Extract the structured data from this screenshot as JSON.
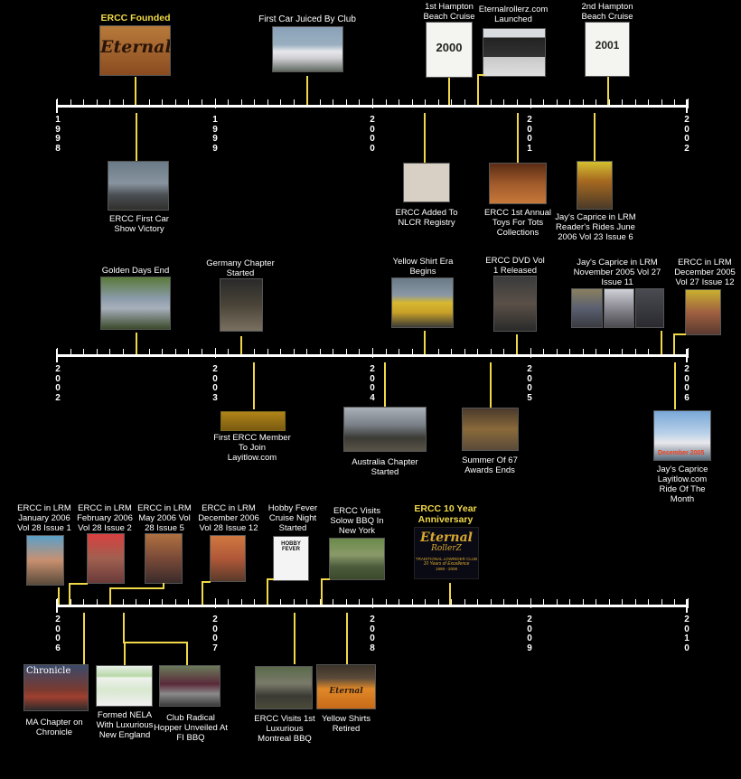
{
  "rows": [
    {
      "years": [
        "1998",
        "1999",
        "2000",
        "2001",
        "2002"
      ]
    },
    {
      "years": [
        "2002",
        "2003",
        "2004",
        "2005",
        "2006"
      ]
    },
    {
      "years": [
        "2006",
        "2007",
        "2008",
        "2009",
        "2010"
      ]
    }
  ],
  "events": {
    "founded": "ERCC Founded",
    "first_car_juiced": "First Car Juiced By Club",
    "hampton1": "1st Hampton Beach Cruise",
    "site_launch": "Eternalrollerz.com Launched",
    "hampton2": "2nd Hampton Beach Cruise",
    "first_show": "ERCC First Car Show Victory",
    "nlcr": "ERCC Added To NLCR Registry",
    "toys": "ERCC 1st Annual Toys For Tots Collections",
    "readers_rides": "Jay's Caprice in LRM Reader's Rides June 2006 Vol 23 Issue 6",
    "golden_days": "Golden Days End",
    "germany": "Germany Chapter Started",
    "yellow_era": "Yellow Shirt Era Begins",
    "dvd": "ERCC DVD Vol 1 Released",
    "lrm_nov05": "Jay's Caprice in LRM November 2005 Vol 27 Issue 11",
    "lrm_dec05": "ERCC in LRM December 2005 Vol 27 Issue 12",
    "layitlow_member": "First ERCC Member To Join Layitlow.com",
    "australia": "Australia Chapter Started",
    "summer67": "Summer Of 67 Awards Ends",
    "ride_month": "Jay's Caprice Layitlow.com Ride Of The Month",
    "lrm_jan06": "ERCC in LRM January 2006 Vol 28 Issue 1",
    "lrm_feb06": "ERCC in LRM February 2006 Vol 28 Issue 2",
    "lrm_may06": "ERCC in LRM May 2006 Vol 28 Issue 5",
    "lrm_dec06": "ERCC in LRM December 2006 Vol 28 Issue 12",
    "hobby_fever": "Hobby Fever Cruise Night Started",
    "solow": "ERCC Visits Solow BBQ In New York",
    "tenth": "ERCC 10 Year Anniversary",
    "ma_chapter": "MA Chapter on Chronicle",
    "nela": "Formed NELA With Luxurious New England",
    "hopper": "Club Radical Hopper Unveiled At FI BBQ",
    "montreal": "ERCC Visits 1st Luxurious Montreal BBQ",
    "yellow_retired": "Yellow Shirts Retired"
  },
  "images": {
    "eternal_logo": "Eternal",
    "hampton1_flyer_year": "2000",
    "hampton2_flyer_year": "2001",
    "chronicle_logo": "Chronicle",
    "anniv_logo": "Eternal",
    "anniv_rollerz": "RollerZ",
    "anniv_tag": "TRADITIONAL LOWRIDER CLUB",
    "anniv_years": "10 Years of Excellence",
    "anniv_range": "1998 - 2008",
    "shirt_logo": "Eternal",
    "flyer_hobby": "HOBBY FEVER",
    "rotm_tag": "December 2005"
  },
  "colors": {
    "accent": "#f0d848",
    "axis": "#ffffff",
    "background": "#000000"
  }
}
